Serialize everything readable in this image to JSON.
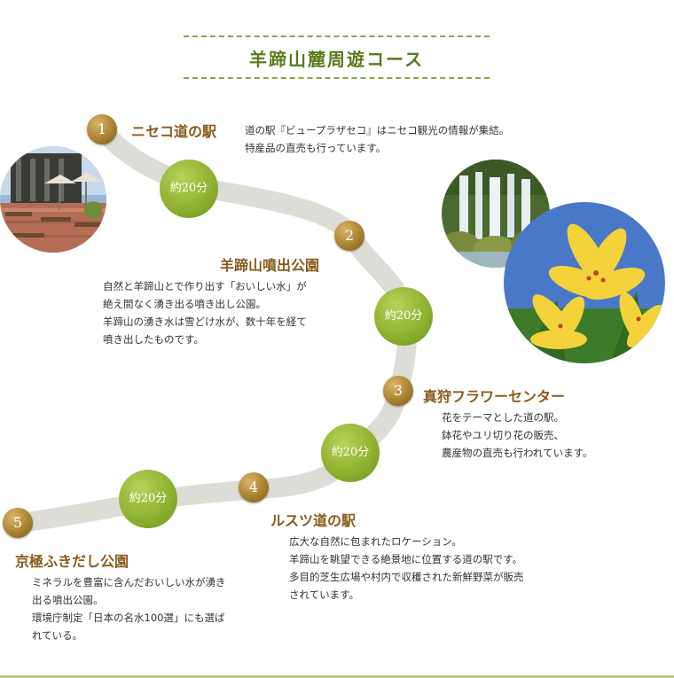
{
  "title": "羊蹄山麓周遊コース",
  "stops": [
    {
      "num": "1",
      "name": "ニセコ道の駅",
      "desc": [
        "道の駅『ビュープラザセコ』はニセコ観光の情報が集結。",
        "特産品の直売も行っています。"
      ]
    },
    {
      "num": "2",
      "name": "羊蹄山噴出公園",
      "desc": [
        "自然と羊蹄山とで作り出す「おいしい水」が",
        "絶え間なく湧き出る噴き出し公園。",
        "羊蹄山の湧き水は雪どけ水が、数十年を経て",
        "噴き出したものです。"
      ]
    },
    {
      "num": "3",
      "name": "真狩フラワーセンター",
      "desc": [
        "花をテーマとした道の駅。",
        "鉢花やユリ切り花の販売、",
        "農産物の直売も行われています。"
      ]
    },
    {
      "num": "4",
      "name": "ルスツ道の駅",
      "desc": [
        "広大な自然に包まれたロケーション。",
        "羊蹄山を眺望できる絶景地に位置する道の駅です。",
        "多目的芝生広場や村内で収穫された新鮮野菜が販売",
        "されています。"
      ]
    },
    {
      "num": "5",
      "name": "京極ふきだし公園",
      "desc": [
        "ミネラルを豊富に含んだおいしい水が湧き",
        "出る噴出公園。",
        "環境庁制定「日本の名水100選」にも選ば",
        "れている。"
      ]
    }
  ],
  "travel_times": [
    "約20分",
    "約20分",
    "約20分",
    "約20分"
  ]
}
